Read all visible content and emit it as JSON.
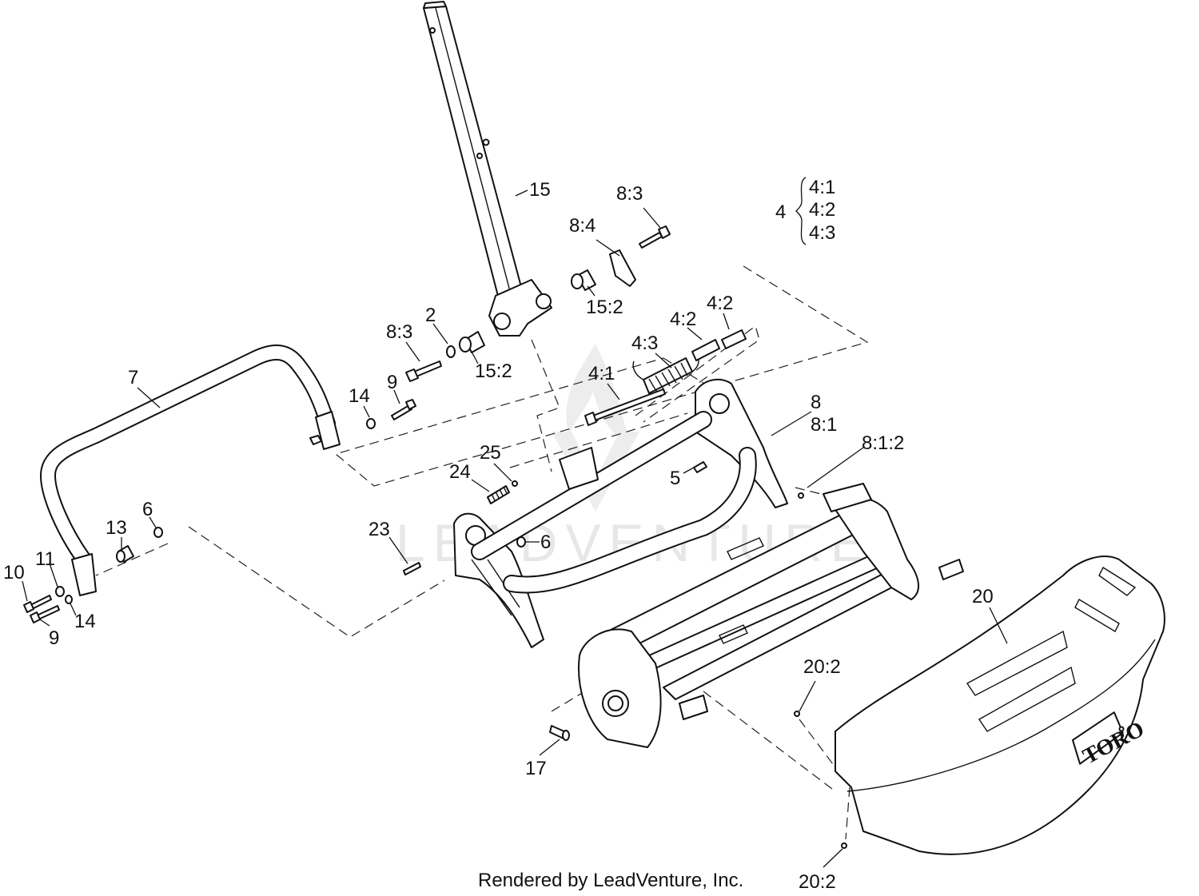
{
  "watermark": "LEADVENTURE",
  "brand_logo": "TORO",
  "footer": "Rendered by LeadVenture, Inc.",
  "callouts": {
    "c15": "15",
    "c8_3_top": "8:3",
    "c8_4": "8:4",
    "c15_2_top": "15:2",
    "c4": "4",
    "c4_1_legend": "4:1",
    "c4_2_legend": "4:2",
    "c4_3_legend": "4:3",
    "c4_2_a": "4:2",
    "c4_2_b": "4:2",
    "c4_3": "4:3",
    "c4_1": "4:1",
    "c2": "2",
    "c8_3_mid": "8:3",
    "c15_2_mid": "15:2",
    "c7": "7",
    "c14_top": "14",
    "c9_top": "9",
    "c8": "8",
    "c8_1": "8:1",
    "c8_1_2": "8:1:2",
    "c25": "25",
    "c24": "24",
    "c5": "5",
    "c6_left": "6",
    "c13": "13",
    "c23": "23",
    "c6_mid": "6",
    "c10": "10",
    "c11": "11",
    "c14_bottom": "14",
    "c9_bottom": "9",
    "c20": "20",
    "c20_2_top": "20:2",
    "c17": "17",
    "c20_2_bottom": "20:2"
  }
}
